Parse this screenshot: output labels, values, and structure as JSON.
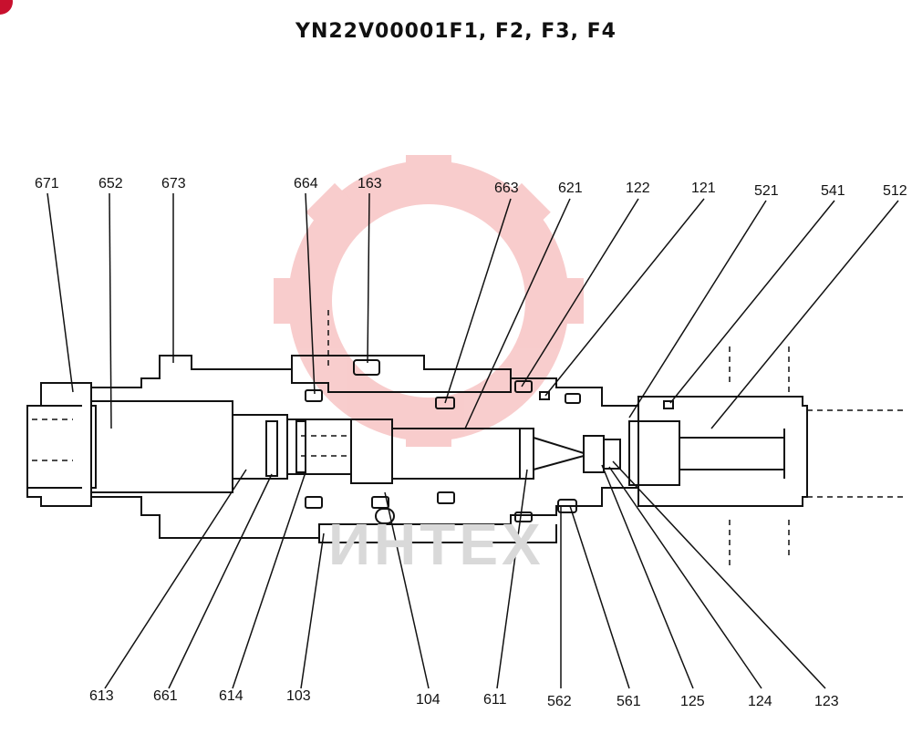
{
  "title": "YN22V00001F1, F2, F3, F4",
  "watermark": {
    "text": "ИНТЕХ",
    "color": "#d9d9d9",
    "gear_color": "#f7c4c4"
  },
  "top_labels": [
    "671",
    "652",
    "673",
    "664",
    "163",
    "663",
    "621",
    "122",
    "121",
    "521",
    "541",
    "512"
  ],
  "bottom_labels": [
    "613",
    "661",
    "614",
    "103",
    "104",
    "611",
    "562",
    "561",
    "125",
    "124",
    "123"
  ]
}
